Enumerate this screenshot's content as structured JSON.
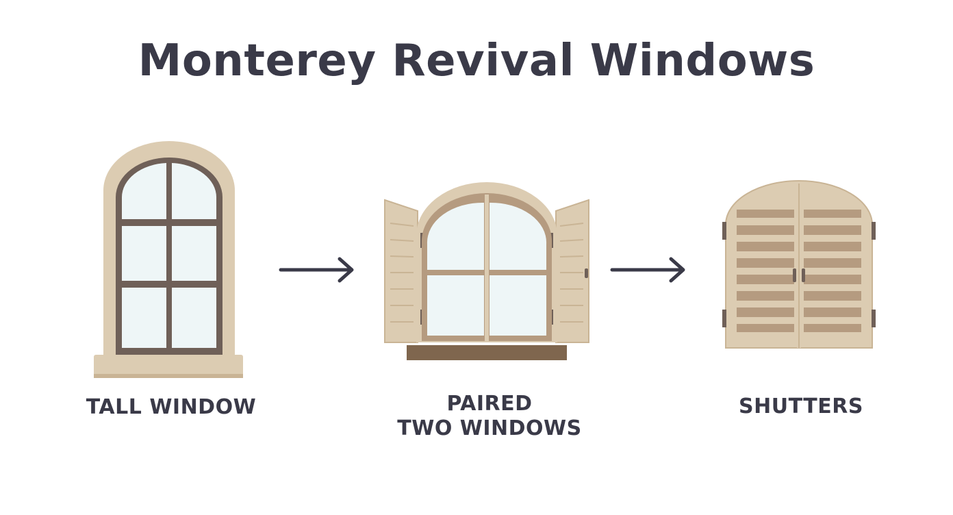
{
  "title": "Monterey Revival Windows",
  "steps": [
    {
      "label_lines": [
        "TALL WINDOW"
      ],
      "icon": "arched-tall-window-icon"
    },
    {
      "label_lines": [
        "PAIRED",
        "TWO WINDOWS"
      ],
      "icon": "paired-windows-with-shutters-icon"
    },
    {
      "label_lines": [
        "SHUTTERS"
      ],
      "icon": "closed-shutters-icon"
    }
  ],
  "connectors": [
    "arrow-right-icon",
    "arrow-right-icon"
  ],
  "colors": {
    "frame": "#dcccb2",
    "frame_dark": "#c9b495",
    "muntin": "#6f6058",
    "glass": "#eef6f7",
    "sill": "#7f664e",
    "louver": "#b59b80",
    "text": "#3a3a48"
  }
}
